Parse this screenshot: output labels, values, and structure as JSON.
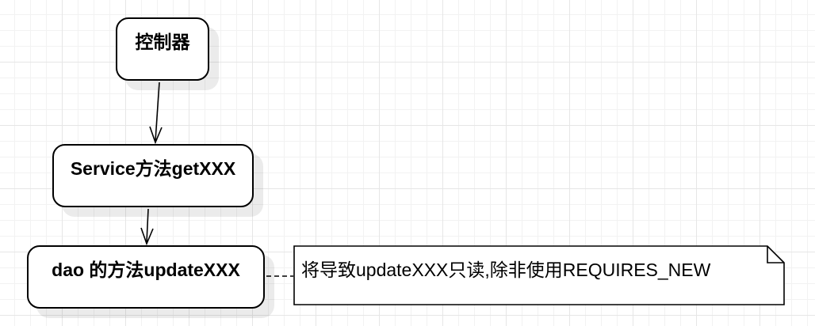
{
  "diagram": {
    "nodes": {
      "controller": "控制器",
      "service": "Service方法getXXX",
      "dao": "dao 的方法updateXXX"
    },
    "note": "将导致updateXXX只读,除非使用REQUIRES_NEW"
  },
  "colors": {
    "stroke": "#000000",
    "fill": "#ffffff"
  }
}
